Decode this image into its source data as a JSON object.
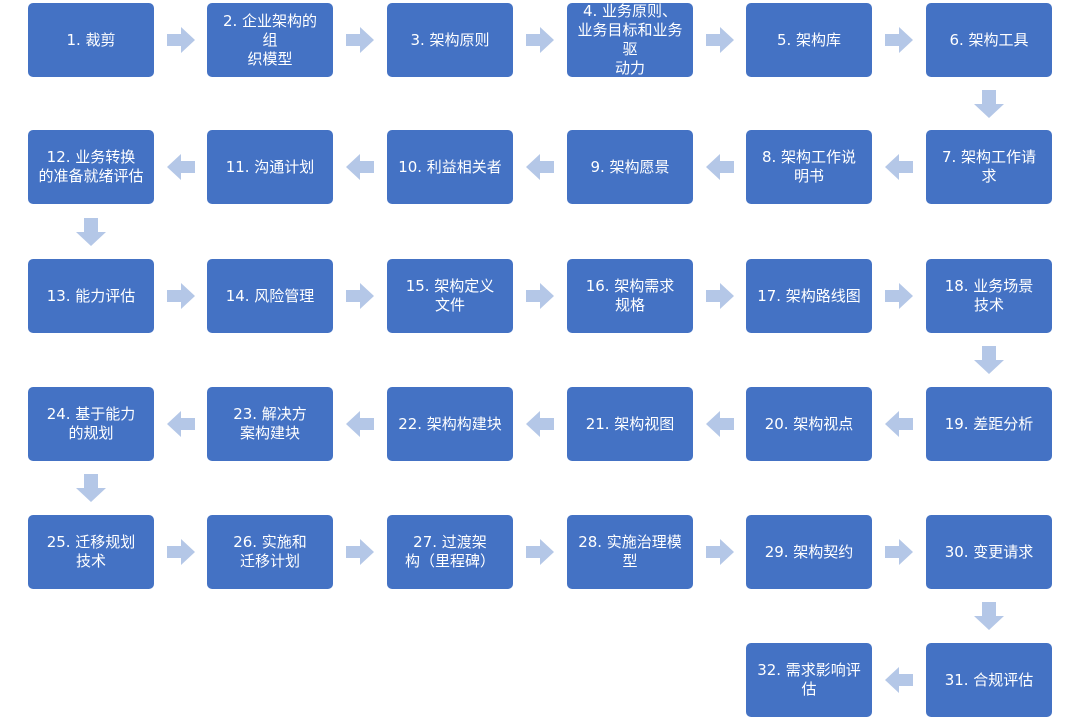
{
  "diagram": {
    "arrow_color": "#b4c7e7",
    "box_color": "#4472c4",
    "steps": [
      "1. 裁剪",
      "2. 企业架构的组织模型",
      "3. 架构原则",
      "4. 业务原则、业务目标和业务驱动力",
      "5. 架构库",
      "6. 架构工具",
      "7. 架构工作请求",
      "8. 架构工作说明书",
      "9. 架构愿景",
      "10. 利益相关者",
      "11. 沟通计划",
      "12. 业务转换的准备就绪评估",
      "13. 能力评估",
      "14. 风险管理",
      "15. 架构定义文件",
      "16. 架构需求规格",
      "17. 架构路线图",
      "18. 业务场景技术",
      "19. 差距分析",
      "20. 架构视点",
      "21. 架构视图",
      "22. 架构构建块",
      "23. 解决方案构建块",
      "24. 基于能力的规划",
      "25. 迁移规划技术",
      "26. 实施和迁移计划",
      "27. 过渡架构（里程碑）",
      "28. 实施治理模型",
      "29. 架构契约",
      "30. 变更请求",
      "31. 合规评估",
      "32. 需求影响评估"
    ]
  }
}
